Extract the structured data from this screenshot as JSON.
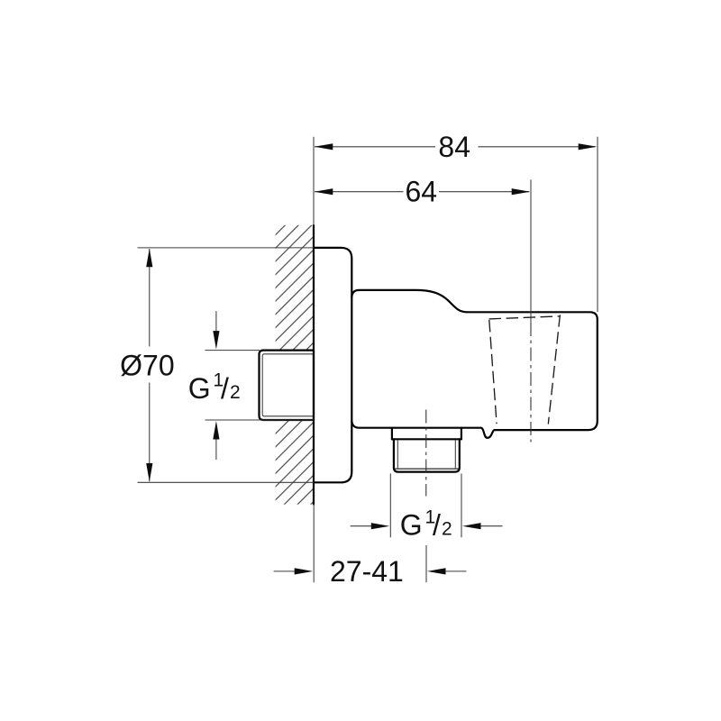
{
  "page": {
    "background": "#ffffff",
    "kind": "technical dimension drawing of a wall-mounted shower outlet elbow with hand shower holder"
  },
  "drawing": {
    "line_color": "#000000",
    "labels": {
      "overall_depth": "84",
      "holder_center_depth": "64",
      "flange_diameter": "Ø70",
      "inlet_thread_g": "G",
      "inlet_thread_sup": "1",
      "inlet_thread_slash": "/",
      "inlet_thread_sub": "2",
      "outlet_thread_g": "G",
      "outlet_thread_sup": "1",
      "outlet_thread_slash": "/",
      "outlet_thread_sub": "2",
      "concealed_depth_range": "27-41"
    },
    "values_mm": {
      "overall_depth": 84,
      "holder_center_depth": 64,
      "flange_diameter": 70,
      "concealed_depth_min": 27,
      "concealed_depth_max": 41
    }
  }
}
